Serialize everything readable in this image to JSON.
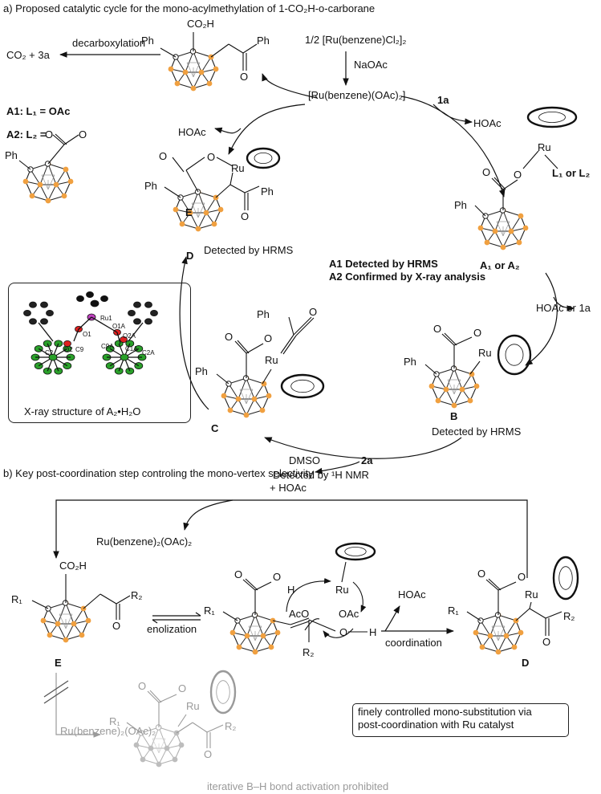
{
  "section_a": {
    "title": "a) Proposed catalytic cycle for the mono-acylmethylation of 1-CO₂H-o-carborane"
  },
  "section_b": {
    "title": "b) Key post-coordination step controling the mono-vertex selectivity"
  },
  "reagents": {
    "precatalyst": "1/2 [Ru(benzene)Cl₂]₂",
    "additive": "NaOAc",
    "active_catalyst": "[Ru(benzene)(OAc)₂]",
    "substrate_1a": "1a",
    "byproduct_hoac": "HOAc",
    "hoac_or_1a": "HOAc or 1a",
    "reagent_2a": "2a",
    "dmso": "DMSO",
    "decarboxylation": "decarboxylation",
    "co2_3a": "CO₂ + 3a"
  },
  "ligand_defs": {
    "a1": "A1: L₁ = OAc",
    "a2": "A2: L₂ ="
  },
  "intermediates": {
    "A": "A₁ or A₂",
    "B": "B",
    "C": "C",
    "D": "D",
    "E": "E",
    "L_label": "L₁ or L₂"
  },
  "detections": {
    "D": "Detected by HRMS",
    "A1": "A1  Detected by HRMS",
    "A2": "A2  Confirmed by X-ray analysis",
    "B": "Detected by HRMS",
    "C": "Detected by ¹H NMR"
  },
  "xray": {
    "caption": "X-ray structure of A₂•H₂O",
    "atom_labels": [
      "Ru1",
      "O1",
      "O2",
      "C9",
      "C2",
      "O1A",
      "O2A",
      "C9A",
      "C1A",
      "C2A"
    ]
  },
  "atoms": {
    "ph": "Ph",
    "co2h": "CO₂H",
    "ru": "Ru",
    "o": "O",
    "h": "H",
    "oac": "OAc",
    "aco": "AcO",
    "r1": "R₁",
    "r2": "R₂"
  },
  "section_b_labels": {
    "plus_hoac": "+ HOAc",
    "ru_catalyst": "Ru(benzene)₂(OAc)₂",
    "enolization": "enolization",
    "coordination": "coordination",
    "hoac": "HOAc",
    "grey_reagent": "Ru(benzene)₂(OAc)₂",
    "prohibited": "iterative B–H bond activation prohibited",
    "note_line1": "finely controlled mono-substitution via",
    "note_line2": "post-coordination with Ru catalyst"
  },
  "colors": {
    "boron": "#f0a040",
    "carbon_vertex": "#ffffff",
    "ruthenium": "#c040c0",
    "oxygen": "#e02020",
    "xray_boron": "#2aa02a",
    "disabled": "#9a9a9a"
  }
}
